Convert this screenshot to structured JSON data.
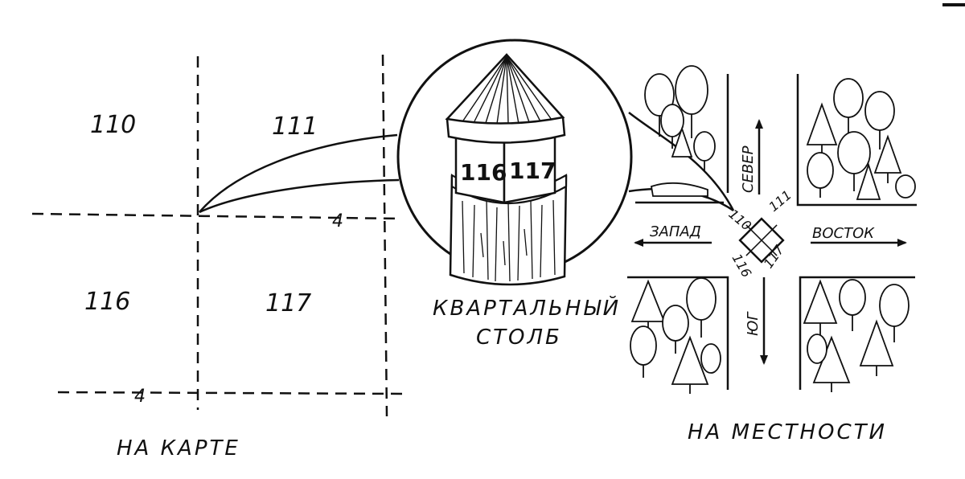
{
  "map": {
    "caption": "НА КАРТЕ",
    "quarters": [
      "110",
      "111",
      "116",
      "117"
    ],
    "dist_right": "4",
    "dist_bottom": "4"
  },
  "post": {
    "caption_line1": "КВАРТАЛЬНЫЙ",
    "caption_line2": "СТОЛБ",
    "face_left": "116",
    "face_right": "117"
  },
  "terrain": {
    "caption": "НА МЕСТНОСТИ",
    "directions": {
      "north": "СЕВЕР",
      "south": "ЮГ",
      "west": "ЗАПАД",
      "east": "ВОСТОК"
    },
    "post_top": {
      "nw": "110",
      "ne": "111",
      "sw": "116",
      "se": "117"
    }
  },
  "colors": {
    "ink": "#111111",
    "paper": "#ffffff"
  }
}
